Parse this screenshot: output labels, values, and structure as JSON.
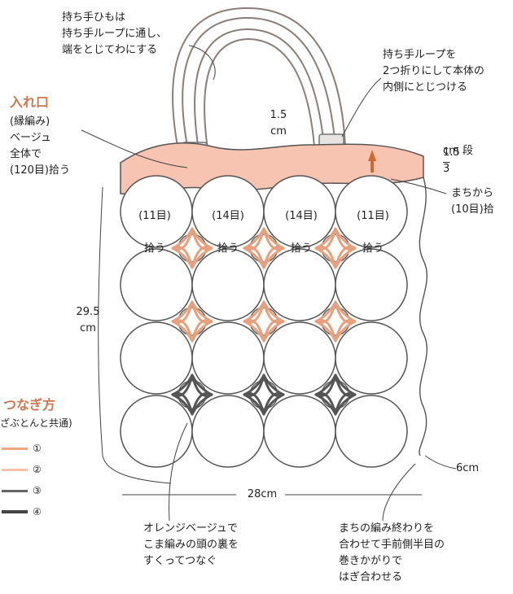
{
  "annotations": {
    "handle_cord": "持ち手ひもは\n持ち手ループに通し、\n端をとじてわにする",
    "handle_loop": "持ち手ループを\n2つ折りにして本体の\n内側にとじつける",
    "opening_title": "入れ口",
    "opening_desc": "(縁編み)\nベージュ\n全体で\n(120目)拾う",
    "handle_width": "1.5\ncm",
    "edge_height": "1.5",
    "edge_rows": "3",
    "edge_unit": "cm 段",
    "gusset_pick": "まちから\n(10目)拾",
    "height": "29.5\ncm",
    "width": "28cm",
    "gusset_width": "6cm",
    "join_note": "オレンジベージュで\nこま編みの頭の裏を\nすくってつなぐ",
    "gusset_note": "まちの編み終わりを\n合わせて手前側半目の\n巻きかがりで\nはぎ合わせる"
  },
  "pick_labels": [
    {
      "count": "(11目)",
      "verb": "拾う"
    },
    {
      "count": "(14目)",
      "verb": "拾う"
    },
    {
      "count": "(14目)",
      "verb": "拾う"
    },
    {
      "count": "(11目)",
      "verb": "拾う"
    }
  ],
  "legend": {
    "title": "つなぎ方",
    "subtitle": "ざぶとんと共通)",
    "items": [
      {
        "num": "①",
        "color": "#f2a57e"
      },
      {
        "num": "②",
        "color": "#f7c2a8"
      },
      {
        "num": "③",
        "color": "#666666"
      },
      {
        "num": "④",
        "color": "#444444"
      }
    ]
  },
  "colors": {
    "band_fill": "#f6c4b0",
    "accent": "#d0764e",
    "join_light": "#e8a07c",
    "join_dark": "#555555"
  }
}
